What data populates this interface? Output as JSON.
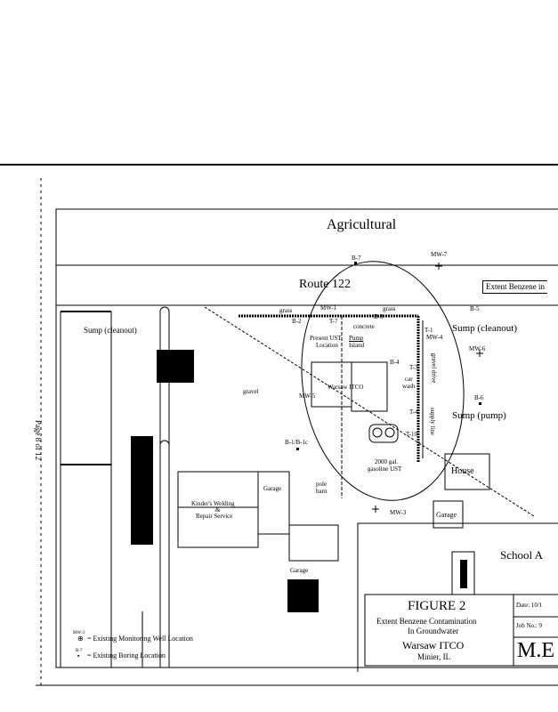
{
  "map": {
    "areas": {
      "north": "Agricultural",
      "road": "Route 122",
      "school": "School A",
      "house": "House"
    },
    "callouts": {
      "extent": "Extent Benzene in",
      "sump_cleanout_west": "Sump (cleanout)",
      "sump_cleanout_east": "Sump (cleanout)",
      "sump_pump": "Sump (pump)"
    },
    "labels": {
      "gravel": "gravel",
      "station": "Warsaw ITCO",
      "present_ust": "Present UST",
      "present_ust2": "Location",
      "pump_island": "Pump",
      "pump_island2": "Island",
      "car_wash": "car",
      "car_wash2": "wash",
      "concrete": "concrete",
      "grass": "grass",
      "grass2": "grass",
      "gravel_drive": "gravel drive",
      "supply_line": "supply line",
      "ust_former": "2000 gal.",
      "ust_former2": "gasoline UST",
      "pole_barn": "pole",
      "pole_barn2": "barn",
      "garage1": "Garage",
      "garage2": "Garage",
      "garage3": "Garage",
      "welding": "Kinder's Welding",
      "welding_amp": "&",
      "welding2": "Repair Service",
      "page_note": "Page 8 of 12"
    },
    "points": [
      "B-7",
      "MW-7",
      "B-5",
      "MW-6",
      "B-6",
      "MW-4",
      "MW-1",
      "MW-5",
      "B-1/B-1c",
      "MW-3",
      "B-4",
      "B-3",
      "B-2",
      "T-1",
      "T-3",
      "T-4",
      "T-7",
      "T-10"
    ]
  },
  "legend": {
    "mw_tag": "MW-3",
    "mw": "= Existing Monitoring Well Location",
    "b_tag": "B-7",
    "b": "= Existing Boring Location"
  },
  "title_block": {
    "figure": "FIGURE 2",
    "subtitle1": "Extent Benzene Contamination",
    "subtitle2": "In Groundwater",
    "site": "Warsaw ITCO",
    "location": "Minier, IL",
    "date": "Date: 10/1",
    "job": "Job No.: 9",
    "firm": "M.E"
  }
}
